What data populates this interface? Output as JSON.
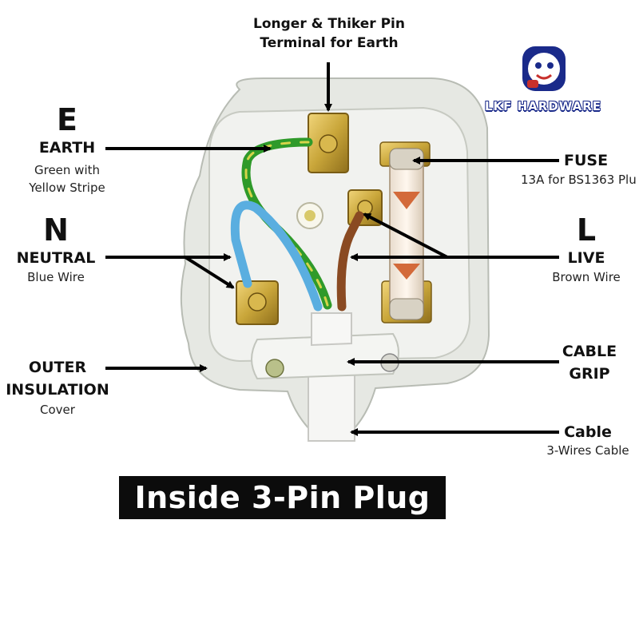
{
  "top_label": {
    "line1": "Longer & Thiker Pin",
    "line2": "Terminal for Earth"
  },
  "brand": {
    "name": "LKF HARDWARE"
  },
  "earth": {
    "letter": "E",
    "title": "EARTH",
    "sub1": "Green with",
    "sub2": "Yellow Stripe"
  },
  "neutral": {
    "letter": "N",
    "title": "NEUTRAL",
    "sub1": "Blue Wire"
  },
  "outer": {
    "title1": "OUTER",
    "title2": "INSULATION",
    "sub1": "Cover"
  },
  "fuse": {
    "title": "FUSE",
    "sub1": "13A for BS1363 Plu"
  },
  "live": {
    "letter": "L",
    "title": "LIVE",
    "sub1": "Brown Wire"
  },
  "cable_grip": {
    "title1": "CABLE",
    "title2": "GRIP"
  },
  "cable": {
    "title": "Cable",
    "sub1": "3-Wires Cable"
  },
  "caption": "Inside  3-Pin Plug",
  "colors": {
    "earth_green": "#2f9a2a",
    "neutral_blue": "#5aaee0",
    "live_brown": "#8a4a22",
    "brass": "#c9a63a",
    "plug_body": "#eef0ec"
  }
}
